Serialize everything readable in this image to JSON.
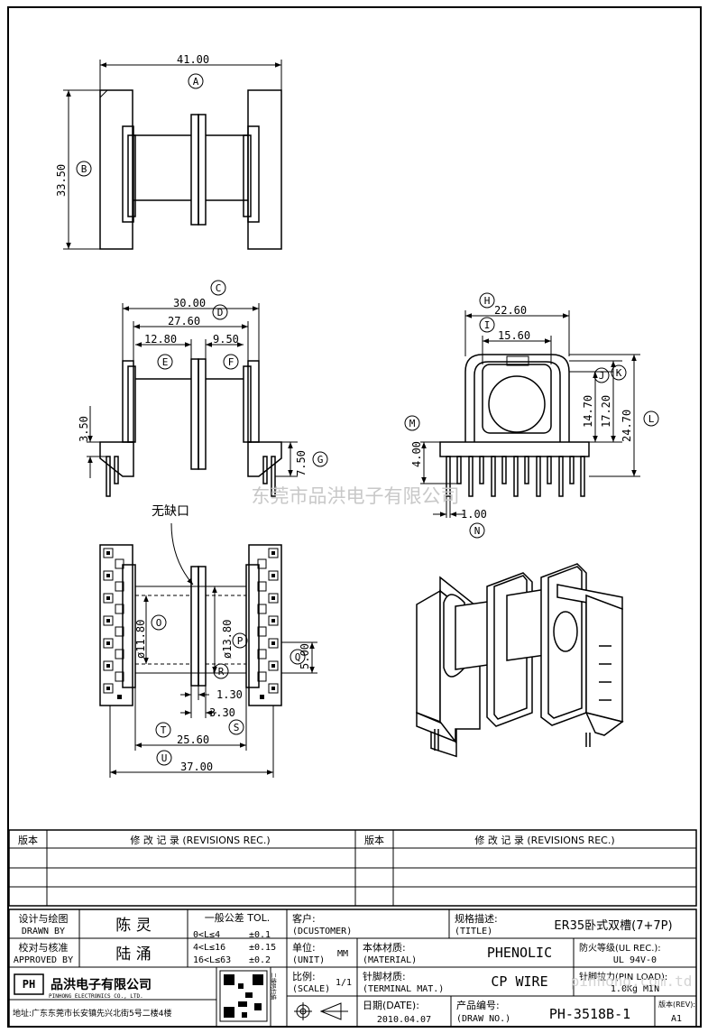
{
  "dimensions": {
    "A": {
      "letter": "A",
      "value": "41.00"
    },
    "B": {
      "letter": "B",
      "value": "33.50"
    },
    "C": {
      "letter": "C",
      "value": "30.00"
    },
    "D": {
      "letter": "D",
      "value": "27.60"
    },
    "E": {
      "letter": "E",
      "value": "12.80"
    },
    "F": {
      "letter": "F",
      "value": "9.50"
    },
    "G": {
      "letter": "G",
      "value": "7.50"
    },
    "side_left": {
      "value": "3.50"
    },
    "H": {
      "letter": "H",
      "value": "22.60"
    },
    "I": {
      "letter": "I",
      "value": "15.60"
    },
    "J": {
      "letter": "J",
      "value": "14.70"
    },
    "K": {
      "letter": "K",
      "value": "17.20"
    },
    "L": {
      "letter": "L",
      "value": "24.70"
    },
    "M": {
      "letter": "M",
      "value": "4.00"
    },
    "N": {
      "letter": "N",
      "value": "1.00"
    },
    "O": {
      "letter": "O",
      "value": "ø11.80"
    },
    "P": {
      "letter": "P",
      "value": "ø13.80"
    },
    "Q": {
      "letter": "Q",
      "value": "5.00"
    },
    "R": {
      "letter": "R",
      "value": "1.30"
    },
    "S": {
      "letter": "S",
      "value": "3.30"
    },
    "T": {
      "letter": "T",
      "value": "25.60"
    },
    "U": {
      "letter": "U",
      "value": "37.00"
    }
  },
  "annotation": "无缺口",
  "watermark": "东莞市品洪电子有限公司",
  "watermark_url": "pinhong.com.td",
  "revisions": {
    "col_version": "版本",
    "col_record": "修 改 记 录 (REVISIONS REC.)"
  },
  "titleblock": {
    "design_label_cn": "设计与绘图",
    "design_label_en": "DRAWN BY",
    "designer": "陈 灵",
    "check_label_cn": "校对与核准",
    "check_label_en": "APPROVED BY",
    "checker": "陆 涌",
    "tol_title": "一般公差 TOL.",
    "tol_rows": [
      {
        "range": "0<L≤4",
        "tol": "±0.1"
      },
      {
        "range": "4<L≤16",
        "tol": "±0.15"
      },
      {
        "range": "16<L≤63",
        "tol": "±0.2"
      }
    ],
    "customer_label_cn": "客户:",
    "customer_label_en": "(DCUSTOMER)",
    "unit_label_cn": "单位:",
    "unit_label_en": "(UNIT)",
    "unit": "MM",
    "scale_label_cn": "比例:",
    "scale_label_en": "(SCALE)",
    "scale": "1/1",
    "title_label_cn": "规格描述:",
    "title_label_en": "(TITLE)",
    "title": "ER35卧式双槽(7+7P)",
    "material_label_cn": "本体材质:",
    "material_label_en": "(MATERIAL)",
    "material": "PHENOLIC",
    "flame_label": "防火等级(UL REC.):",
    "flame": "UL 94V-0",
    "terminal_label_cn": "针脚材质:",
    "terminal_label_en": "(TERMINAL MAT.)",
    "terminal": "CP WIRE",
    "pinload_label": "针脚拉力(PIN LOAD):",
    "pinload": "1.0Kg MIN",
    "date_label_cn": "日期(DATE):",
    "date": "2010.04.07",
    "drawno_label_cn": "产品编号:",
    "drawno_label_en": "(DRAW NO.)",
    "drawno": "PH-3518B-1",
    "rev_label": "版本(REV):",
    "rev": "A1",
    "company_cn": "品洪电子有限公司",
    "company_en": "PINHONG ELECTRONICS CO., LTD.",
    "address": "地址:广东东莞市长安镇先兴北街5号二楼4楼",
    "qr_caption": "二维码扫描"
  }
}
